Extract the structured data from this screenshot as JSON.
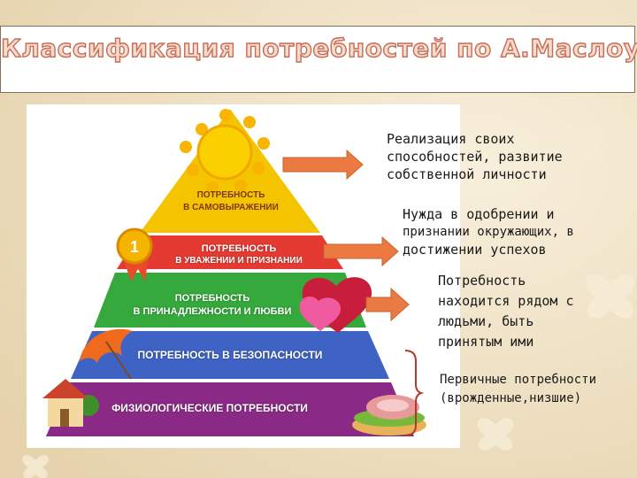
{
  "title": "Классификация потребностей по А.Маслоу.",
  "pyramid": {
    "levels": [
      {
        "lines": [
          "ПОТРЕБНОСТЬ",
          "В САМОВЫРАЖЕНИИ"
        ],
        "color": "#f5c400"
      },
      {
        "lines": [
          "ПОТРЕБНОСТЬ",
          "В УВАЖЕНИИ И ПРИЗНАНИИ"
        ],
        "color": "#e53a32"
      },
      {
        "lines": [
          "ПОТРЕБНОСТЬ",
          "В ПРИНАДЛЕЖНОСТИ И ЛЮБВИ"
        ],
        "color": "#35a93b"
      },
      {
        "lines": [
          "ПОТРЕБНОСТЬ В БЕЗОПАСНОСТИ"
        ],
        "color": "#3f63c4"
      },
      {
        "lines": [
          "ФИЗИОЛОГИЧЕСКИЕ ПОТРЕБНОСТИ"
        ],
        "color": "#8a2a86"
      }
    ],
    "badge_number": "1"
  },
  "notes": [
    {
      "lines": [
        "Реализация своих",
        "способностей, развитие",
        "собственной личности"
      ]
    },
    {
      "lines": [
        "Нужда в одобрении и",
        "признании окружающих, в",
        "достижении успехов"
      ]
    },
    {
      "lines": [
        "Потребность",
        "находится рядом с",
        "людьми, быть",
        "принятым ими"
      ]
    },
    {
      "lines": [
        "Первичные потребности",
        "(врожденные,низшие)"
      ]
    }
  ],
  "colors": {
    "arrow_fill": "#ea7a42",
    "arrow_stroke": "#c8622a",
    "title_fill": "#f2dccd",
    "title_stroke": "#c96b55"
  }
}
